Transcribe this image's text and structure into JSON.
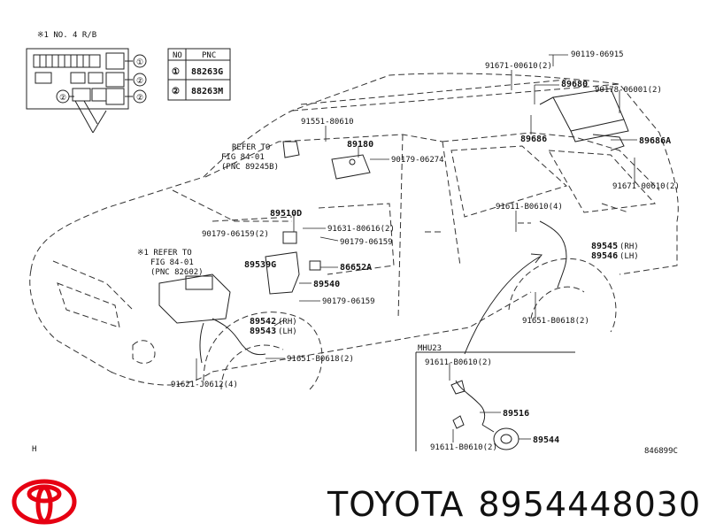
{
  "header": {
    "relay_note": "※1 NO. 4 R/B"
  },
  "pnc_table": {
    "col_no": "NO",
    "col_pnc": "PNC",
    "rows": [
      {
        "no": "①",
        "pnc": "88263G"
      },
      {
        "no": "②",
        "pnc": "88263M"
      }
    ]
  },
  "relay_markers": [
    "①",
    "②",
    "②"
  ],
  "refer_notes": {
    "top": [
      "REFER TO",
      "FIG 84-01",
      "(PNC 89245B)"
    ],
    "left": [
      "※1 REFER TO",
      "FIG 84-01",
      "(PNC 82602)"
    ]
  },
  "callouts": {
    "c90119": "90119-06915",
    "c91671a": "91671-00610(2)",
    "c89680": "89680",
    "c90178": "90178-06001(2)",
    "c89686": "89686",
    "c89686a": "89686A",
    "c91671b": "91671-00610(2)",
    "c91551": "91551-80610",
    "c89180": "89180",
    "c90179_06274": "90179-06274",
    "c91611r": "91611-B0610(4)",
    "c89510d": "89510D",
    "c90179a": "90179-06159(2)",
    "c91631": "91631-80616(2)",
    "c90179b": "90179-06159",
    "c89545": "89545",
    "c89545s": "(RH)",
    "c89546": "89546",
    "c89546s": "(LH)",
    "c89539g": "89539G",
    "c86652a": "86652A",
    "c89540": "89540",
    "c90179c": "90179-06159",
    "c91651r": "91651-B0618(2)",
    "c89542": "89542",
    "c89542s": "(RH)",
    "c89543": "89543",
    "c89543s": "(LH)",
    "c91651f": "91651-B0618(2)",
    "c91621": "91621-J0612(4)",
    "c91611i": "91611-B0610(2)",
    "c89516": "89516",
    "c91611j": "91611-B0610(2)",
    "c89544": "89544"
  },
  "inset_label": "MHU23",
  "corner_h": "H",
  "diagram_code": "846899C",
  "brand": {
    "name": "TOYOTA",
    "part_number": "8954448030",
    "logo_color": "#e60012"
  }
}
